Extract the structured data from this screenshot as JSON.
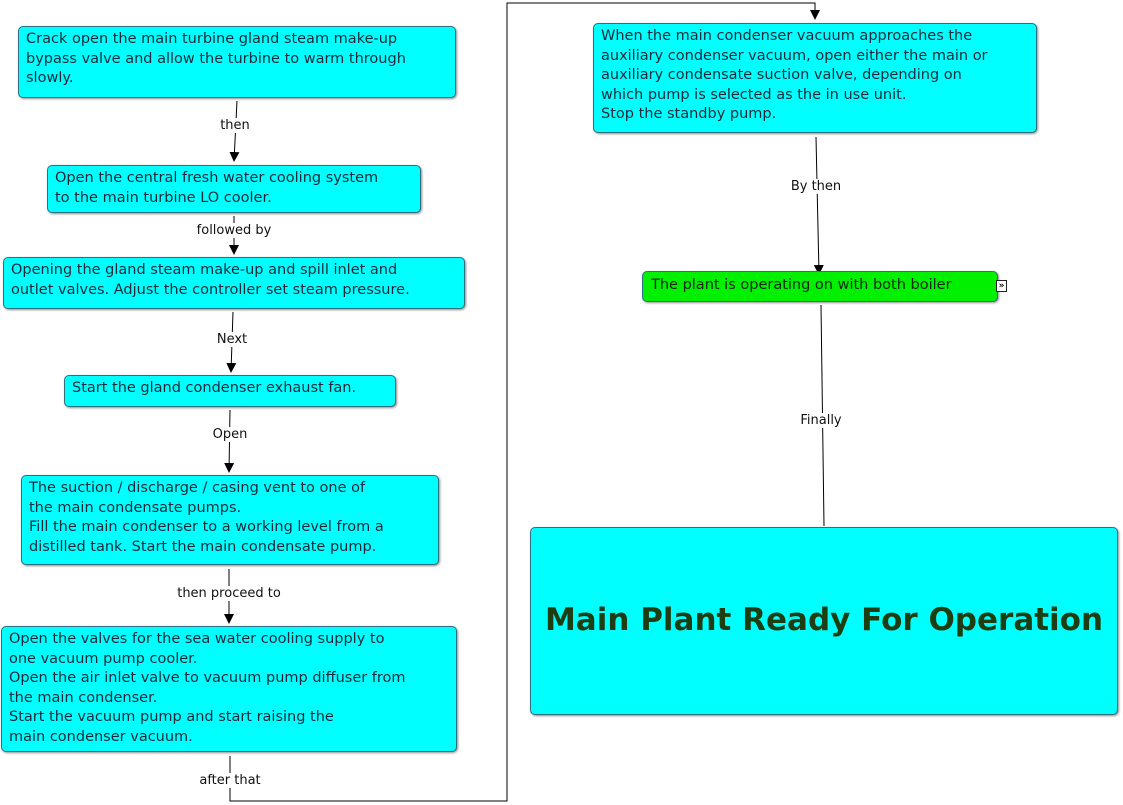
{
  "nodes": {
    "crack_gland_valve": "Crack open the main turbine gland steam make-up\nbypass valve and allow the turbine to warm through\nslowly.",
    "open_fresh_water": "Open the central fresh water cooling system\nto the main turbine LO cooler.",
    "open_gland_steam": "Opening the gland steam make-up and spill inlet and\noutlet valves. Adjust the controller set steam pressure.",
    "start_exhaust_fan": "Start the gland condenser exhaust fan.",
    "condensate_pump": "The suction / discharge / casing vent to one of\nthe main condensate pumps.\nFill the main condenser to  a working level from a\ndistilled tank. Start the main condensate pump.",
    "vacuum_pump": "Open the valves for the sea water cooling supply to\none vacuum pump cooler.\nOpen the air inlet valve to vacuum pump diffuser from\nthe main condenser.\nStart the vacuum pump and start raising the\nmain condenser vacuum.",
    "condenser_vacuum": "When the main condenser vacuum approaches the\nauxiliary condenser vacuum, open either the main or\nauxiliary condensate suction valve, depending on\nwhich pump is selected as the in use unit.\nStop the standby pump.",
    "plant_operating": "The plant is operating on with both boiler",
    "main_plant_ready": "Main Plant Ready For Operation"
  },
  "links": {
    "then": "then",
    "followed_by": "followed by",
    "next": "Next",
    "open": "Open",
    "then_proceed_to": "then proceed to",
    "after_that": "after that",
    "by_then": "By then",
    "finally": "Finally"
  },
  "icons": {
    "expand": "expand-icon"
  },
  "colors": {
    "node_fill": "#00ffff",
    "node_highlight_fill": "#00f000",
    "final_text": "#1e3d12",
    "line": "#000000"
  }
}
